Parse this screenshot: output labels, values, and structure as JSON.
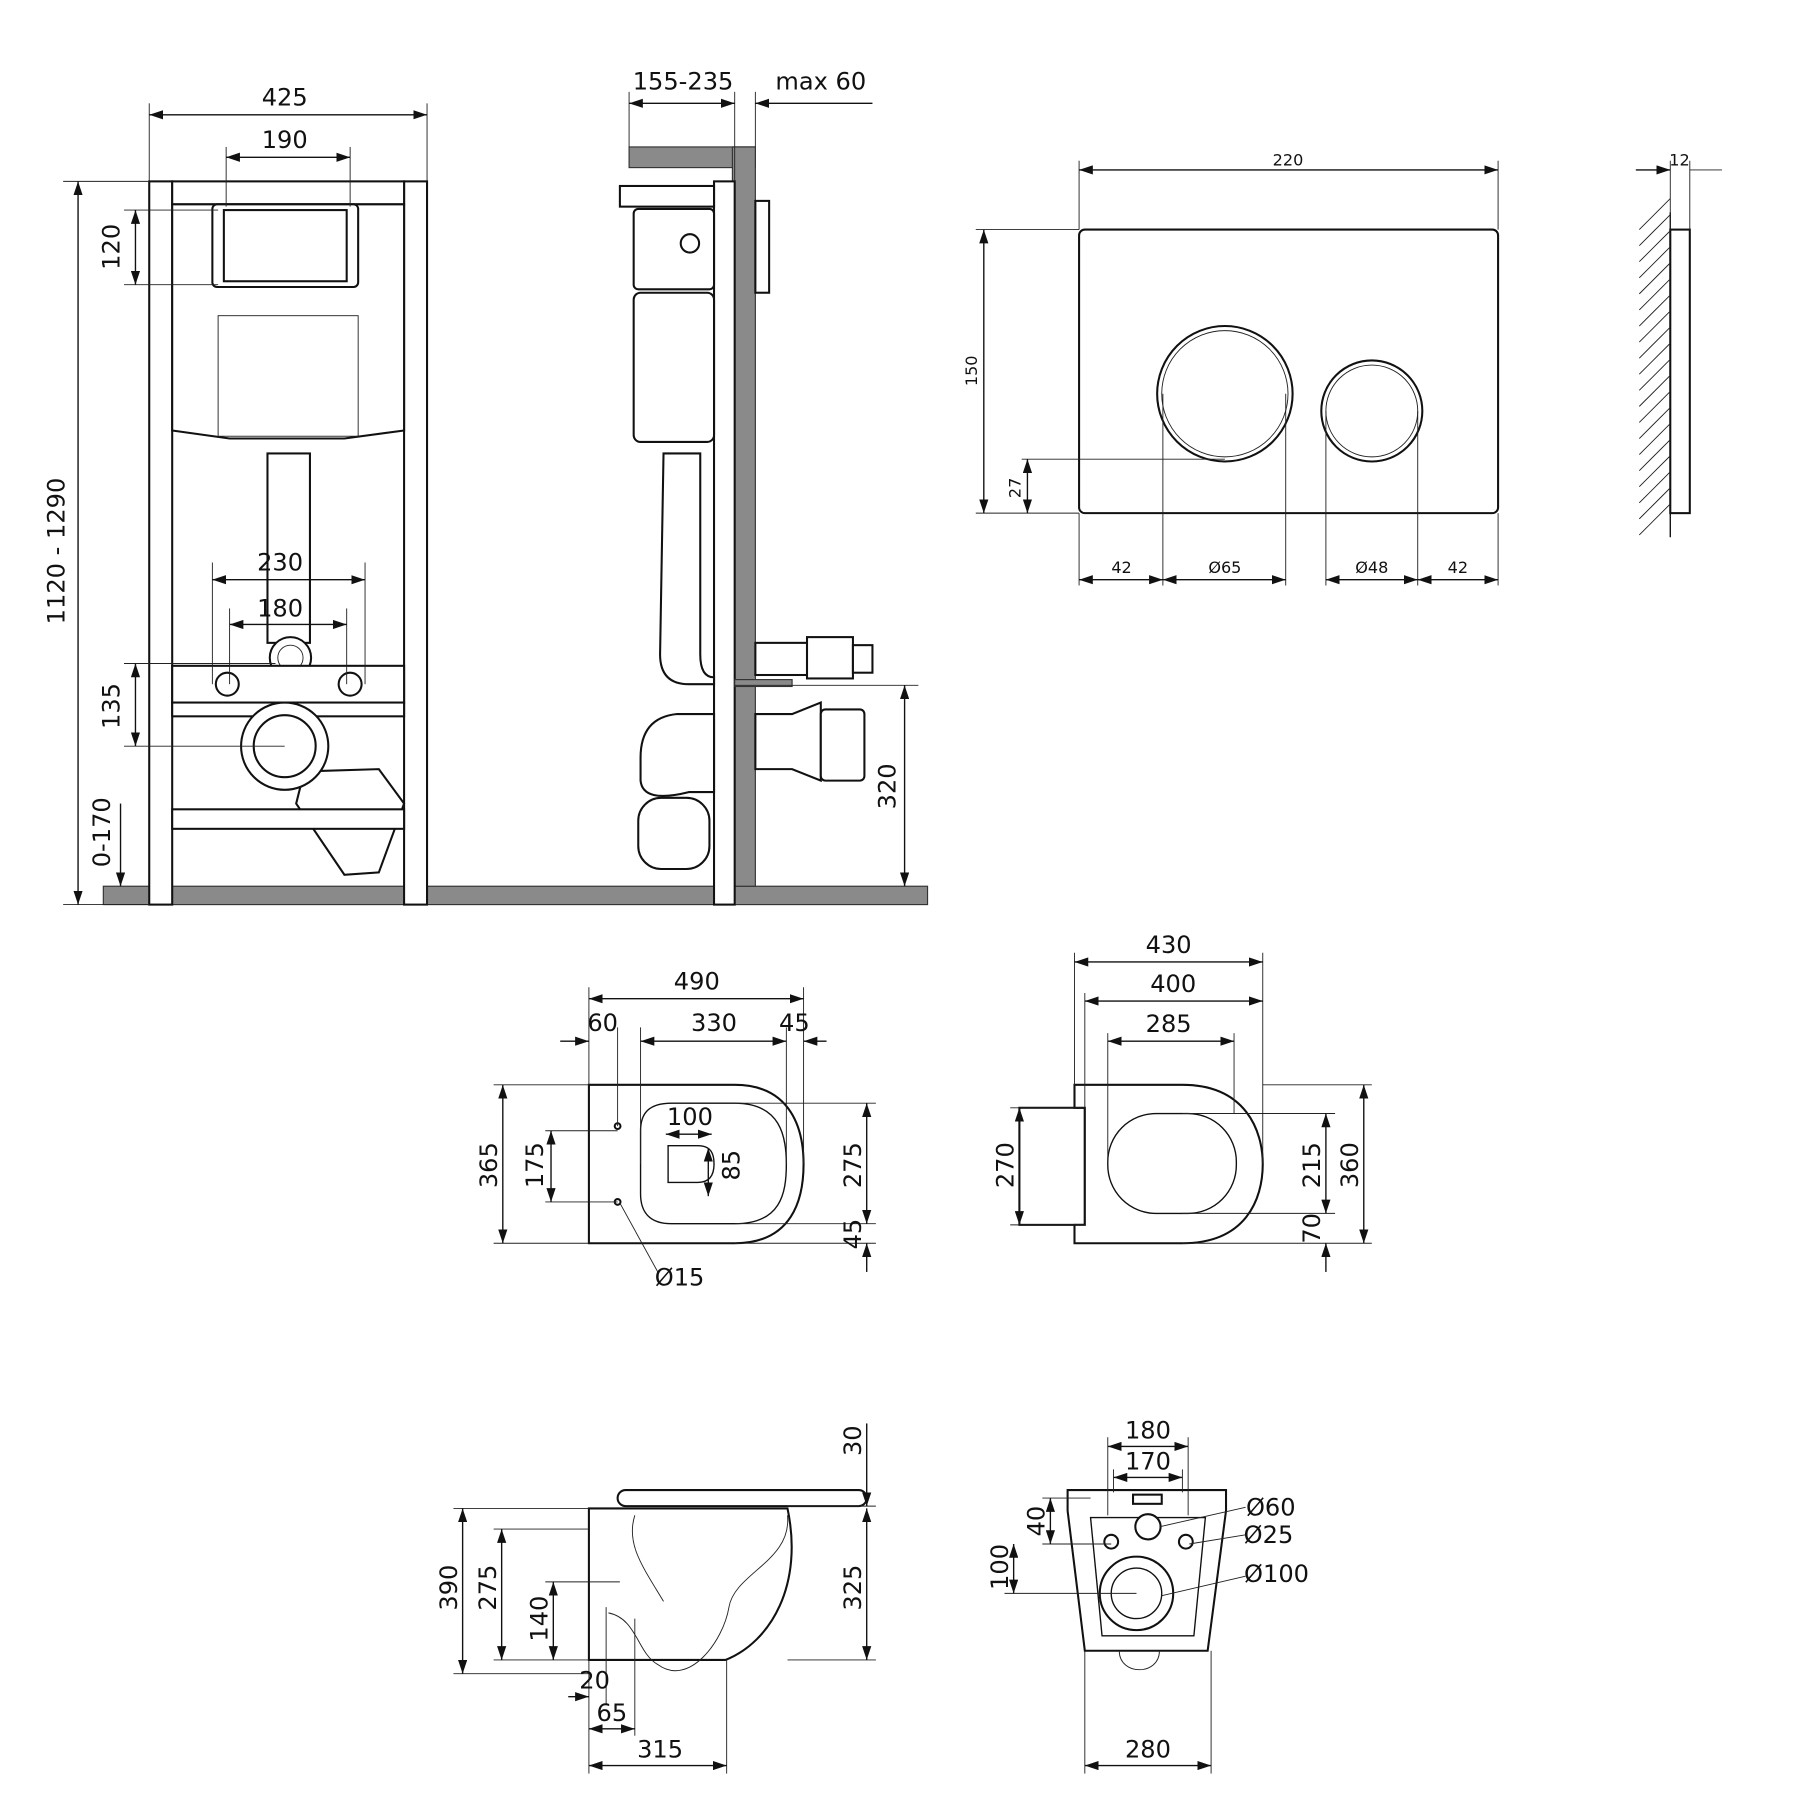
{
  "installation_frame": {
    "front_view": {
      "width": "425",
      "flush_plate_opening": "190",
      "opening_height": "120",
      "height_range": "1120 - 1290",
      "bolt_spacing_outer": "230",
      "bolt_spacing_inner": "180",
      "outlet_offset": "135",
      "leg_adjustment": "0-170"
    },
    "side_view": {
      "depth_range": "155-235",
      "wall_max": "max 60",
      "outlet_height": "320"
    }
  },
  "flush_plate": {
    "width": "220",
    "height": "150",
    "button_offset": "27",
    "margin_left": "42",
    "large_button": "Ø65",
    "small_button": "Ø48",
    "margin_right": "42",
    "thickness": "12"
  },
  "toilet_top": {
    "length": "490",
    "back": "60",
    "bowl": "330",
    "front": "45",
    "opening_width": "100",
    "width": "365",
    "mount_spacing": "175",
    "opening_depth": "85",
    "bowl_width": "275",
    "rim": "45",
    "mount_hole": "Ø15"
  },
  "seat_top": {
    "length": "430",
    "seat_length": "400",
    "opening_length": "285",
    "back_width": "270",
    "opening_width": "215",
    "width": "360",
    "rim": "70"
  },
  "toilet_side": {
    "seat_thickness": "30",
    "total_height": "390",
    "outlet_height": "275",
    "inlet_height": "140",
    "bowl_height": "325",
    "wall_gap": "20",
    "outlet_depth": "65",
    "base_depth": "315"
  },
  "toilet_back": {
    "outer_spacing": "180",
    "inner_spacing": "170",
    "inlet": "Ø60",
    "hole_spacing": "40",
    "bolt_hole": "Ø25",
    "outlet_height": "100",
    "outlet": "Ø100",
    "width": "280"
  }
}
